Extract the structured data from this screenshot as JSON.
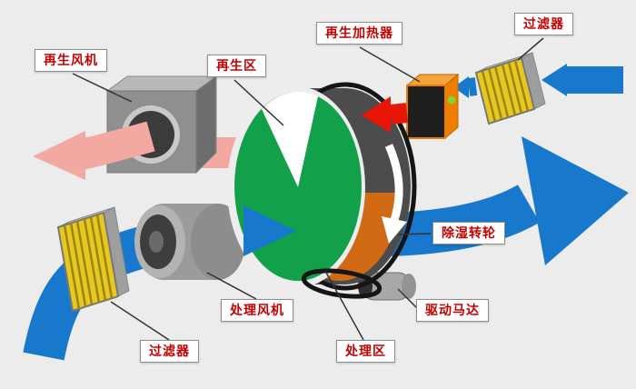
{
  "colors": {
    "background": "#ececec",
    "process_air": "#1878cc",
    "regen_exhaust": "#f3a9a1",
    "hot_air": "#e81607",
    "wheel_face": "#12a04a",
    "wheel_inner": "#d06a15",
    "heater_side": "#ef7d00",
    "heater_front": "#1f1f1f",
    "heater_indicator": "#86d336",
    "filter_media": "#e8c81e",
    "label_text": "#c40000"
  },
  "labels": {
    "regen_fan": "再生风机",
    "regen_zone": "再生区",
    "regen_heater": "再生加热器",
    "filter_top_right": "过滤器",
    "dehumidifier_wheel": "除湿转轮",
    "drive_motor": "驱动马达",
    "process_zone": "处理区",
    "process_fan": "处理风机",
    "filter_bottom_left": "过滤器"
  }
}
